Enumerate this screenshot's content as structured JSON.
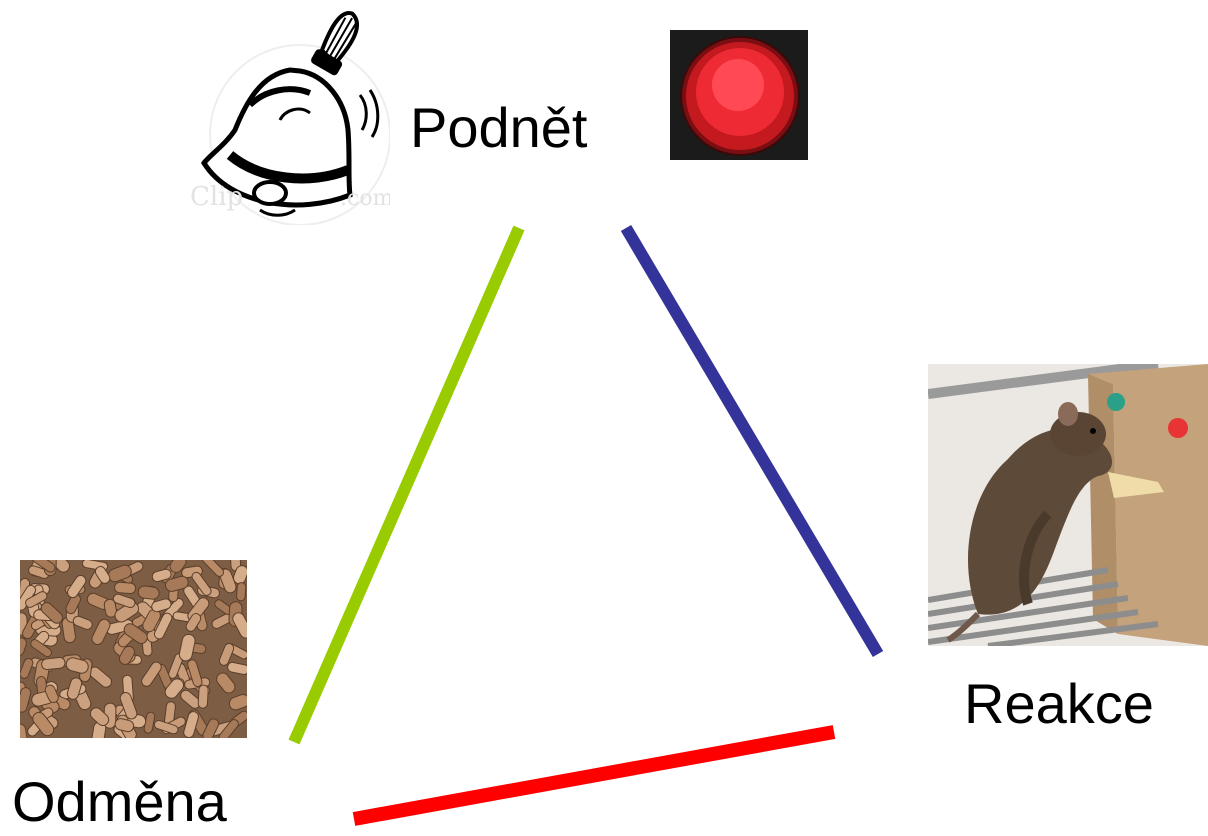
{
  "labels": {
    "stimulus": "Podnět",
    "response": "Reakce",
    "reward": "Odměna"
  },
  "connections": [
    {
      "from": "stimulus",
      "to": "reward",
      "color": "#99cc00"
    },
    {
      "from": "stimulus",
      "to": "response",
      "color": "#333399"
    },
    {
      "from": "reward",
      "to": "response",
      "color": "#ff0000"
    }
  ],
  "images": {
    "stimulus_left": "hand-bell",
    "stimulus_right": "red-traffic-light",
    "response": "rat-pressing-lever",
    "reward": "food-pellets"
  }
}
